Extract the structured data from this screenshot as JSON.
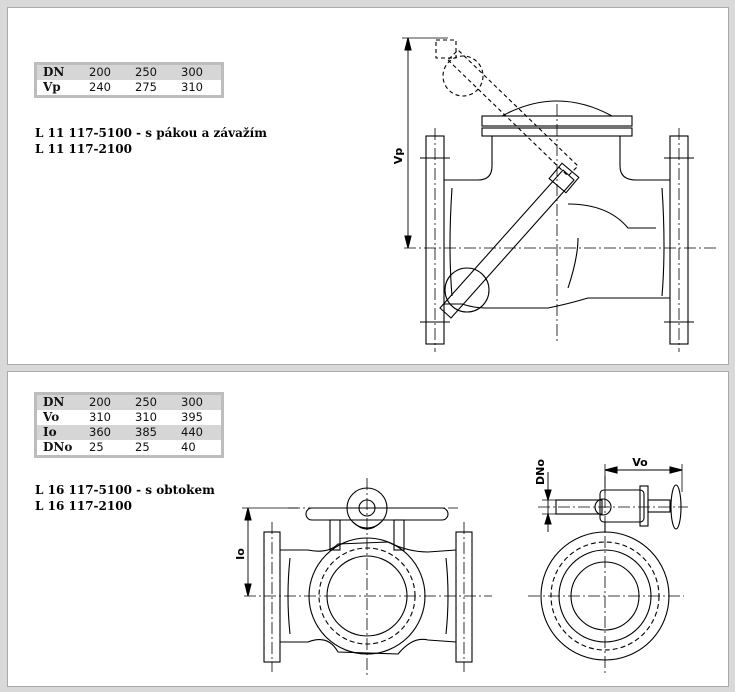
{
  "top": {
    "table": {
      "rows": [
        {
          "label": "DN",
          "values": [
            "200",
            "250",
            "300"
          ]
        },
        {
          "label": "Vp",
          "values": [
            "240",
            "275",
            "310"
          ]
        }
      ]
    },
    "codes": [
      "L 11 117-5100  - s pákou a závažím",
      "L 11 117-2100"
    ],
    "dim_label": "Vp"
  },
  "bottom": {
    "table": {
      "rows": [
        {
          "label": "DN",
          "values": [
            "200",
            "250",
            "300"
          ]
        },
        {
          "label": "Vo",
          "values": [
            "310",
            "310",
            "395"
          ]
        },
        {
          "label": "Io",
          "values": [
            "360",
            "385",
            "440"
          ]
        },
        {
          "label": "DNo",
          "values": [
            "25",
            "25",
            "40"
          ]
        }
      ]
    },
    "codes": [
      "L 16 117-5100  - s obtokem",
      "L 16 117-2100"
    ],
    "dim_io": "Io",
    "dim_vo": "Vo",
    "dim_dno": "DNo"
  }
}
